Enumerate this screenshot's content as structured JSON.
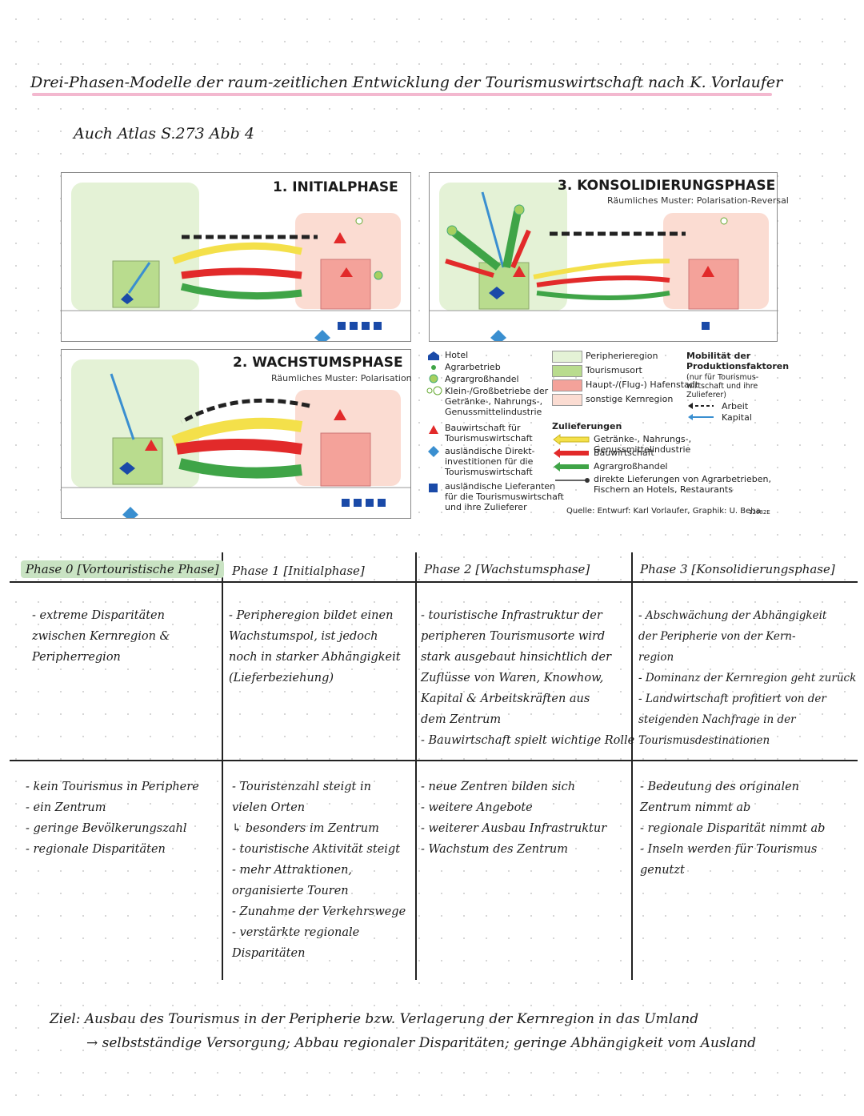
{
  "header": {
    "title": "Drei-Phasen-Modelle der raum-zeitlichen Entwicklung der Tourismuswirtschaft nach K. Vorlaufer",
    "subtitle": "Auch Atlas   S.273  Abb 4"
  },
  "figure": {
    "phase1_title": "1. INITIALPHASE",
    "phase2_title": "2. WACHSTUMSPHASE",
    "phase2_sub": "Räumliches Muster: Polarisation",
    "phase3_title": "3. KONSOLIDIERUNGSPHASE",
    "phase3_sub": "Räumliches Muster: Polarisation-Reversal",
    "legend_left": [
      {
        "icon": "hotel-icon",
        "label": "Hotel"
      },
      {
        "icon": "dot-small-icon",
        "label": "Agrarbetrieb"
      },
      {
        "icon": "dot-large-icon",
        "label": "Agrargroßhandel"
      },
      {
        "icon": "dot-pair-icon",
        "label": "Klein-/Großbetriebe der\nGetränke-, Nahrungs-,\nGenussmittelindustrie"
      },
      {
        "icon": "triangle-icon",
        "label": "Bauwirtschaft für\nTourismuswirtschaft"
      },
      {
        "icon": "diamond-icon",
        "label": "ausländische Direkt-\ninvestitionen für die\nTourismuswirtschaft"
      },
      {
        "icon": "square-icon",
        "label": "ausländische Lieferanten\nfür die Tourismuswirtschaft\nund ihre Zulieferer"
      }
    ],
    "legend_regions": [
      {
        "label": "Peripherieregion",
        "color": "#e4f2d6"
      },
      {
        "label": "Tourismusort",
        "color": "#b9dc8e"
      },
      {
        "label": "Haupt-/(Flug-) Hafenstadt",
        "color": "#f4a29a"
      },
      {
        "label": "sonstige Kernregion",
        "color": "#fbdcd2"
      }
    ],
    "mobility_title": "Mobilität der\nProduktionsfaktoren",
    "mobility_note": "(nur für Tourismus-\nwirtschaft und ihre\nZulieferer)",
    "mobility_items": [
      "Arbeit",
      "Kapital"
    ],
    "supply_title": "Zulieferungen",
    "supply_items": [
      {
        "label": "Getränke-, Nahrungs-, Genussmittelindustrie",
        "color": "#f4e04a"
      },
      {
        "label": "Bauwirtschaft",
        "color": "#e22a2a"
      },
      {
        "label": "Agrargroßhandel",
        "color": "#3fa447"
      },
      {
        "label": "direkte Lieferungen von Agrarbetrieben,\nFischern an Hotels, Restaurants",
        "color": "#333333"
      }
    ],
    "source": "Quelle: Entwurf: Karl Vorlaufer, Graphik: U. Beha",
    "code": "12682E",
    "colors": {
      "periphery": "#e4f2d6",
      "tourism": "#b9dc8e",
      "port": "#f4a29a",
      "core": "#fbdcd2",
      "yellow": "#f4e04a",
      "red": "#e22a2a",
      "green": "#3fa447",
      "blue": "#1a4aa8",
      "lightblue": "#3a8fd0"
    }
  },
  "table": {
    "headers": [
      "Phase 0 [Vortouristische Phase]",
      "Phase 1 [Initialphase]",
      "Phase 2 [Wachstumsphase]",
      "Phase 3 [Konsolidierungsphase]"
    ],
    "row1": [
      [
        "- extreme Disparitäten",
        "zwischen Kernregion &",
        "Peripherregion"
      ],
      [
        "- Peripheregion bildet einen",
        "Wachstumspol, ist jedoch",
        "noch in starker Abhängigkeit",
        "(Lieferbeziehung)"
      ],
      [
        "- touristische Infrastruktur der",
        "peripheren Tourismusorte wird",
        "stark ausgebaut hinsichtlich der",
        "Zuflüsse von Waren, Knowhow,",
        "Kapital & Arbeitskräften aus",
        "dem Zentrum",
        "- Bauwirtschaft spielt wichtige Rolle"
      ],
      [
        "- Abschwächung der Abhängigkeit",
        "der Peripherie von der Kern-",
        "region",
        "- Dominanz der Kernregion geht zurück",
        "- Landwirtschaft profitiert von der",
        "steigenden Nachfrage in der",
        "Tourismusdestinationen"
      ]
    ],
    "row2": [
      [
        "- kein Tourismus in Periphere",
        "- ein Zentrum",
        "- geringe Bevölkerungszahl",
        "- regionale Disparitäten"
      ],
      [
        "- Touristenzahl steigt in",
        "vielen Orten",
        "↳ besonders im Zentrum",
        "- touristische Aktivität steigt",
        "- mehr Attraktionen,",
        "organisierte Touren",
        "- Zunahme der Verkehrswege",
        "- verstärkte regionale",
        "Disparitäten"
      ],
      [
        "- neue Zentren bilden sich",
        "- weitere Angebote",
        "- weiterer Ausbau Infrastruktur",
        "- Wachstum des Zentrum"
      ],
      [
        "- Bedeutung des originalen",
        "Zentrum nimmt ab",
        "- regionale Disparität nimmt ab",
        "- Inseln werden für Tourismus",
        "genutzt"
      ]
    ]
  },
  "ziel": {
    "line1": "Ziel: Ausbau des Tourismus in der Peripherie bzw. Verlagerung der Kernregion in das Umland",
    "line2": "→ selbstständige Versorgung; Abbau regionaler Disparitäten; geringe Abhängigkeit vom Ausland"
  }
}
